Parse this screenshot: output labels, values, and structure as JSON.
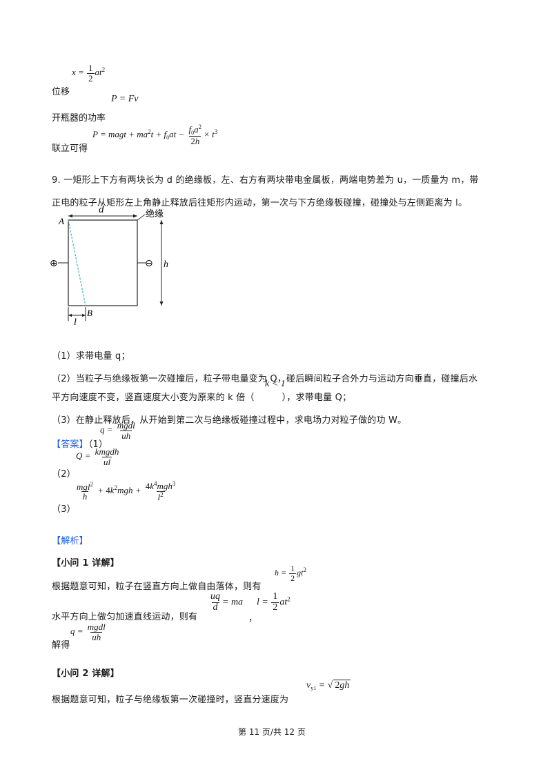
{
  "top": {
    "disp_label": "位移",
    "power_label": "开瓶器的功率",
    "combine_label": "联立可得"
  },
  "question": {
    "line1": "9. 一矩形上下方有两块长为 d 的绝缘板，左、右方有两块带电金属板，两端电势差为 u，一质量为 m，带",
    "line2": "正电的粒子从矩形左上角静止释放后往矩形内运动，第一次与下方绝缘板碰撞，碰撞处与左侧距离为 l。",
    "sub1": "（1）求带电量 q；",
    "sub2_a": "（2）当粒子与绝缘板第一次碰撞后，粒子带电量变为 Q，碰后瞬间粒子合外力与运动方向垂直，碰撞后水",
    "sub2_b_start": "平方向速度不变，竖直速度大小变为原来的 k 倍（",
    "sub2_b_end": "），求带电量 Q；",
    "sub2_k": "k < 1",
    "sub3": "（3）在静止释放后，从开始到第二次与绝缘板碰撞过程中，求电场力对粒子做的功 W。"
  },
  "figure": {
    "label_A": "A",
    "label_B": "B",
    "label_d": "d",
    "label_h": "h",
    "label_l": "l",
    "label_insulation": "绝缘",
    "plus_symbol": "⊕",
    "minus_symbol": "⊖"
  },
  "answer": {
    "label": "【答案】",
    "p1": "（1）",
    "p2": "（2）",
    "p3": "（3）"
  },
  "analysis": {
    "label": "【解析】",
    "q1_head": "【小问 1 详解】",
    "q1_l1": "根据题意可知，粒子在竖直方向上做自由落体，则有",
    "q1_l2": "水平方向上做匀加速直线运动，则有",
    "comma": "，",
    "q1_l3": "解得",
    "q2_head": "【小问 2 详解】",
    "q2_l1": "根据题意可知，粒子与绝缘板第一次碰撞时，竖直分速度为"
  },
  "footer": {
    "page": "第 11 页/共 12 页"
  }
}
